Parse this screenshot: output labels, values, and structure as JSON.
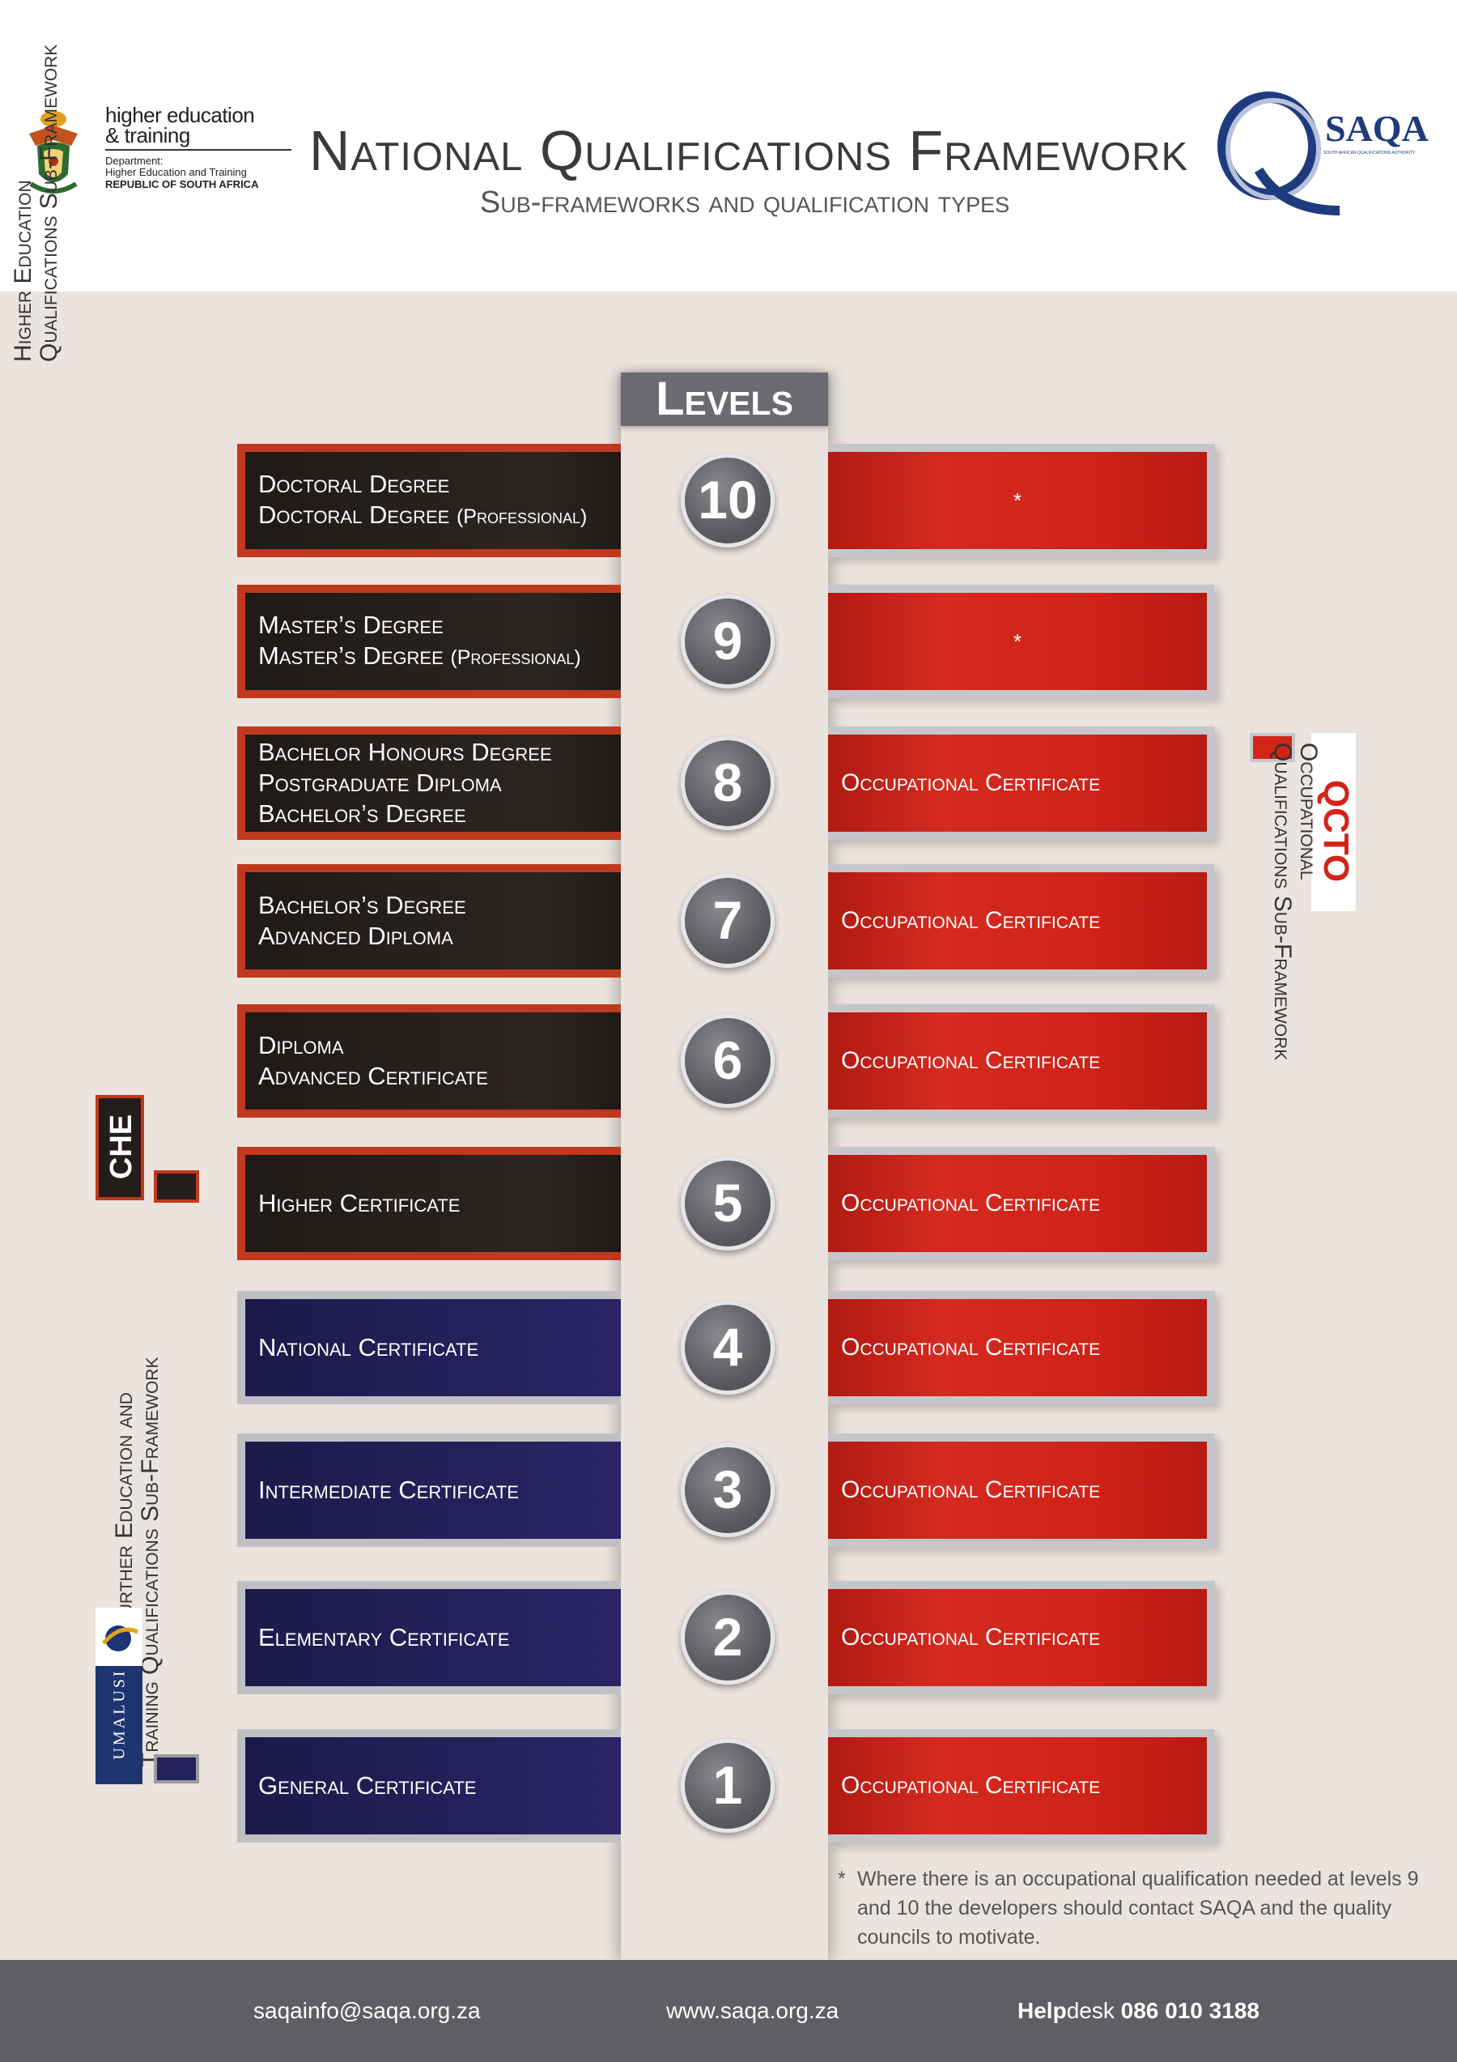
{
  "header": {
    "dhet": {
      "line1": "higher education",
      "line2": "& training",
      "dept": "Department:",
      "dept_name": "Higher Education and Training",
      "country": "REPUBLIC OF SOUTH AFRICA"
    },
    "title": "National Qualifications Framework",
    "subtitle": "Sub-frameworks and qualification types",
    "saqa": {
      "name": "SAQA",
      "tagline": "SOUTH AFRICAN QUALIFICATIONS AUTHORITY"
    }
  },
  "levels_header": "Levels",
  "levels": [
    {
      "number": "10",
      "left": [
        "Doctoral Degree",
        "Doctoral Degree (Professional)"
      ],
      "right": "*",
      "framework": "he"
    },
    {
      "number": "9",
      "left": [
        "Master’s Degree",
        "Master’s Degree (Professional)"
      ],
      "right": "*",
      "framework": "he"
    },
    {
      "number": "8",
      "left": [
        "Bachelor Honours Degree",
        "Postgraduate Diploma",
        "Bachelor’s Degree"
      ],
      "right": "Occupational Certificate",
      "framework": "he"
    },
    {
      "number": "7",
      "left": [
        "Bachelor’s Degree",
        "Advanced Diploma"
      ],
      "right": "Occupational Certificate",
      "framework": "he"
    },
    {
      "number": "6",
      "left": [
        "Diploma",
        "Advanced Certificate"
      ],
      "right": "Occupational Certificate",
      "framework": "he"
    },
    {
      "number": "5",
      "left": [
        "Higher Certificate"
      ],
      "right": "Occupational Certificate",
      "framework": "he"
    },
    {
      "number": "4",
      "left": [
        "National Certificate"
      ],
      "right": "Occupational Certificate",
      "framework": "gf"
    },
    {
      "number": "3",
      "left": [
        "Intermediate Certificate"
      ],
      "right": "Occupational Certificate",
      "framework": "gf"
    },
    {
      "number": "2",
      "left": [
        "Elementary Certificate"
      ],
      "right": "Occupational Certificate",
      "framework": "gf"
    },
    {
      "number": "1",
      "left": [
        "General Certificate"
      ],
      "right": "Occupational Certificate",
      "framework": "gf"
    }
  ],
  "side_labels": {
    "he": {
      "line1": "Higher Education",
      "line2": "Qualifications Sub-Framework",
      "logo": "CHE"
    },
    "gf": {
      "line1": "General and Further Education and",
      "line2": "Training Qualifications Sub-Framework",
      "logo": "UMALUSI"
    },
    "oq": {
      "line1": "Occupational",
      "line2": "Qualifications Sub-Framework",
      "logo": "QCTO"
    }
  },
  "footnote": {
    "asterisk": "*",
    "text": "Where there is an occupational qualification needed at levels 9 and 10 the developers should contact SAQA and the quality councils to motivate."
  },
  "footer": {
    "email": "saqainfo@saqa.org.za",
    "website": "www.saqa.org.za",
    "help_bold": "Help",
    "help_rest": "desk",
    "help_number": "086 010 3188"
  },
  "colors": {
    "he_border": "#c0391e",
    "he_fill": "#231d1c",
    "gf_fill": "#24215a",
    "oq_fill": "#d32418",
    "circle": "#5c5c60",
    "footer": "#5e5e63",
    "background": "#ebe3dd"
  },
  "icons": [
    "coat-of-arms-icon",
    "saqa-q-icon",
    "che-logo-icon",
    "umalusi-logo-icon",
    "qcto-logo-icon"
  ]
}
